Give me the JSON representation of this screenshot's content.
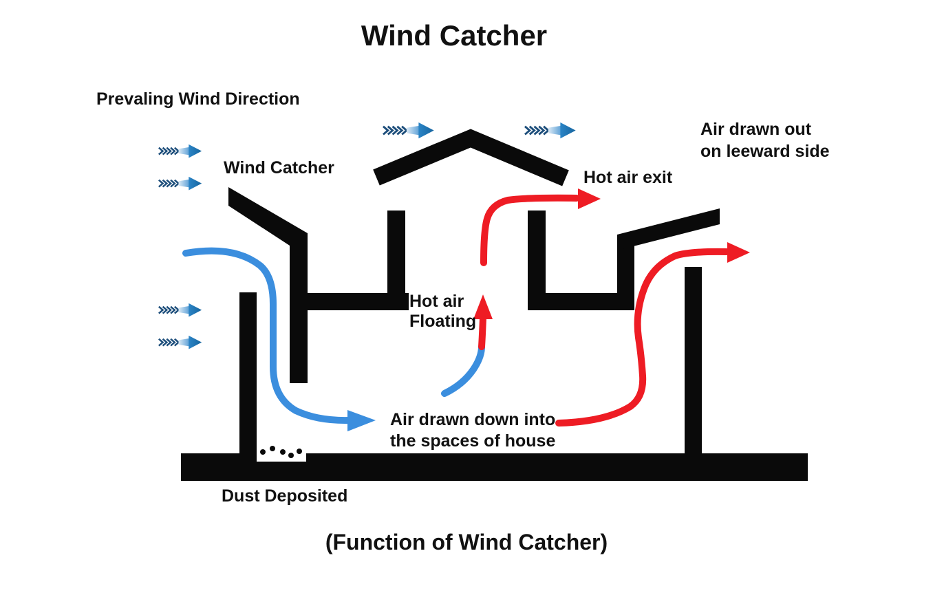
{
  "title": "Wind Catcher",
  "caption": "(Function of Wind Catcher)",
  "labels": {
    "prevailing_wind": "Prevaling Wind Direction",
    "wind_catcher": "Wind Catcher",
    "hot_air_exit": "Hot air exit",
    "air_drawn_out_line1": "Air drawn out",
    "air_drawn_out_line2": "on leeward side",
    "hot_air_floating_line1": "Hot air",
    "hot_air_floating_line2": "Floating",
    "air_drawn_down_line1": "Air drawn down into",
    "air_drawn_down_line2": "the spaces of house",
    "dust_deposited": "Dust Deposited"
  },
  "colors": {
    "structure_black": "#0a0a0a",
    "cool_air_blue": "#3b8ede",
    "hot_air_red": "#ee1c24",
    "wind_chevron_navy": "#1d4e7b",
    "wind_body_light": "#dbe9f5",
    "wind_body_dark": "#4a96d2",
    "wind_head_blue": "#2b84c6",
    "wind_head_dark": "#16659f",
    "text_color": "#111111"
  }
}
